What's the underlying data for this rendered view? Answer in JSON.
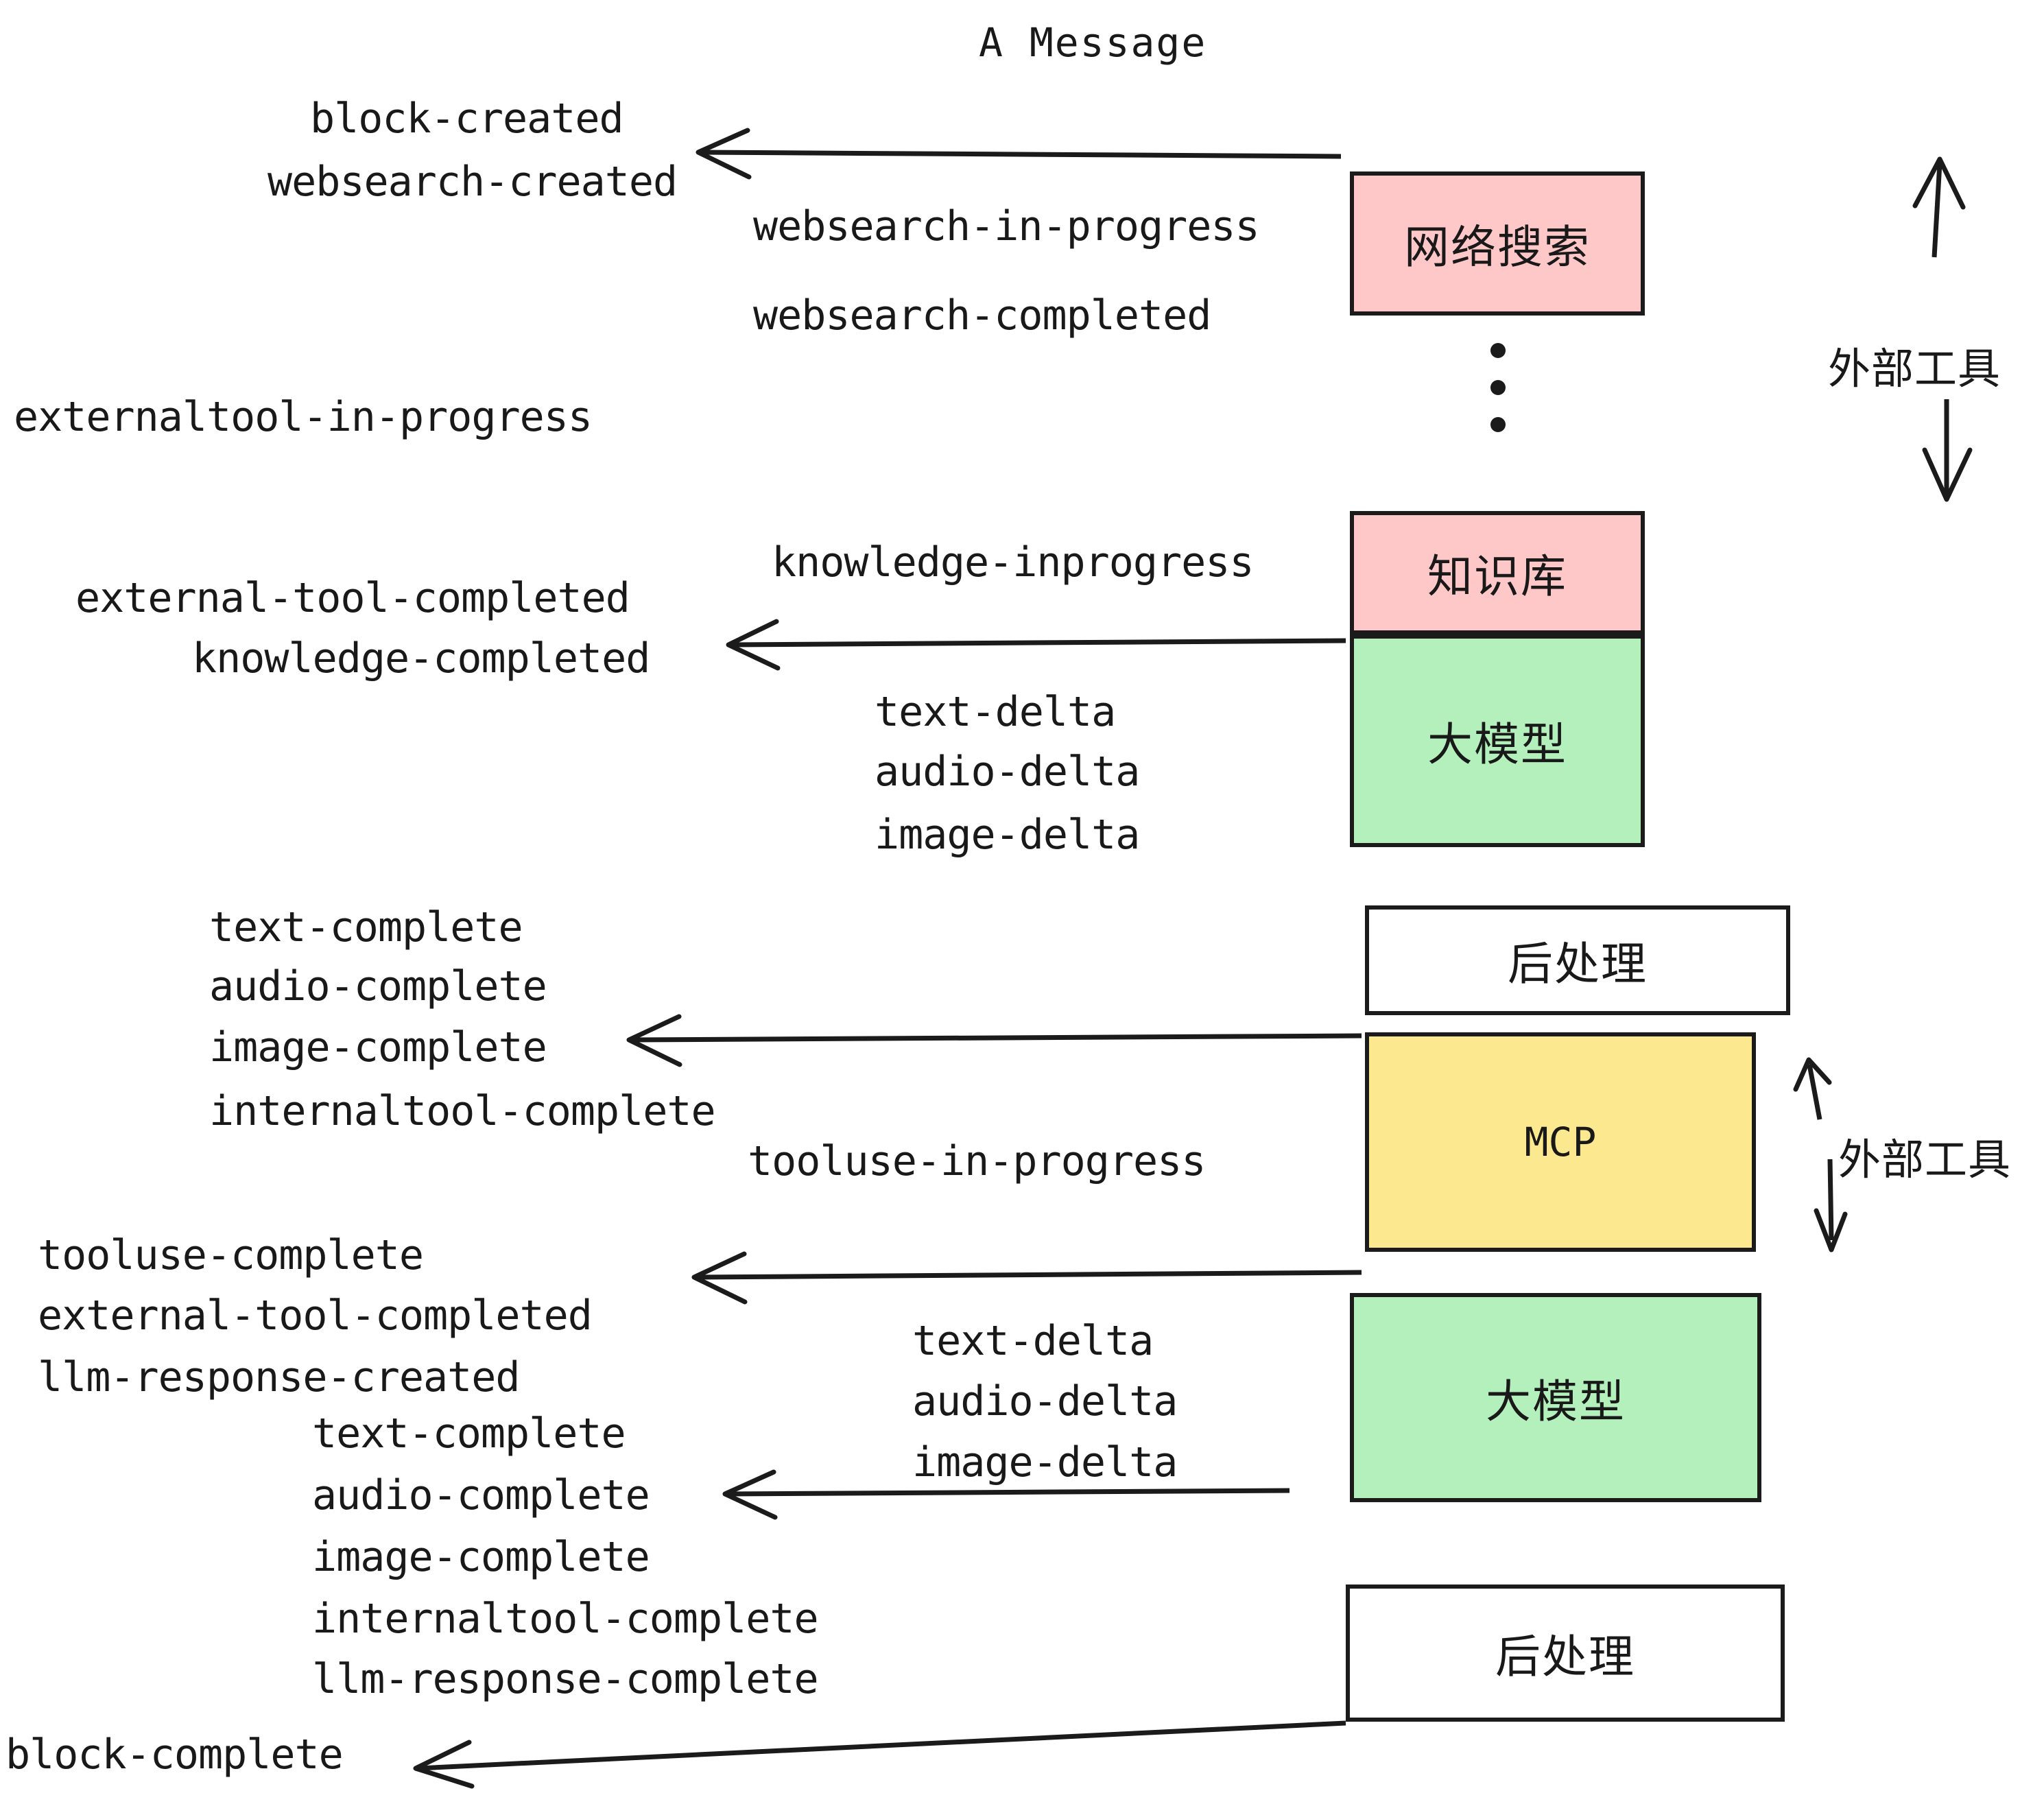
{
  "title": "A Message",
  "colors": {
    "pink": "#FFC8C8",
    "green": "#B3F0BC",
    "yellow": "#FCE98F",
    "white": "#FFFFFF",
    "stroke": "#1B1B1B",
    "text": "#191919"
  },
  "boxes": [
    {
      "id": "websearch",
      "label": "网络搜索",
      "fill": "#FFC8C8"
    },
    {
      "id": "knowledge",
      "label": "知识库",
      "fill": "#FFC8C8"
    },
    {
      "id": "llm-1",
      "label": "大模型",
      "fill": "#B3F0BC"
    },
    {
      "id": "postprocess-1",
      "label": "后处理",
      "fill": "#FFFFFF"
    },
    {
      "id": "mcp",
      "label": "MCP",
      "fill": "#FCE98F"
    },
    {
      "id": "llm-2",
      "label": "大模型",
      "fill": "#B3F0BC"
    },
    {
      "id": "postprocess-2",
      "label": "后处理",
      "fill": "#FFFFFF"
    }
  ],
  "brackets": [
    {
      "id": "external-tools-top",
      "label": "外部工具"
    },
    {
      "id": "external-tools-bottom",
      "label": "外部工具"
    }
  ],
  "events": [
    {
      "id": "block-created",
      "text": "block-created"
    },
    {
      "id": "websearch-created",
      "text": "websearch-created"
    },
    {
      "id": "websearch-in-progress",
      "text": "websearch-in-progress"
    },
    {
      "id": "websearch-completed",
      "text": "websearch-completed"
    },
    {
      "id": "externaltool-in-progress",
      "text": "externaltool-in-progress"
    },
    {
      "id": "knowledge-inprogress",
      "text": "knowledge-inprogress"
    },
    {
      "id": "external-tool-completed-1",
      "text": "external-tool-completed"
    },
    {
      "id": "knowledge-completed",
      "text": "knowledge-completed"
    },
    {
      "id": "text-delta-1",
      "text": "text-delta"
    },
    {
      "id": "audio-delta-1",
      "text": "audio-delta"
    },
    {
      "id": "image-delta-1",
      "text": "image-delta"
    },
    {
      "id": "text-complete-1",
      "text": "text-complete"
    },
    {
      "id": "audio-complete-1",
      "text": "audio-complete"
    },
    {
      "id": "image-complete-1",
      "text": "image-complete"
    },
    {
      "id": "internaltool-complete-1",
      "text": "internaltool-complete"
    },
    {
      "id": "tooluse-in-progress",
      "text": "tooluse-in-progress"
    },
    {
      "id": "tooluse-complete",
      "text": "tooluse-complete"
    },
    {
      "id": "external-tool-completed-2",
      "text": "external-tool-completed"
    },
    {
      "id": "llm-response-created",
      "text": "llm-response-created"
    },
    {
      "id": "text-delta-2",
      "text": "text-delta"
    },
    {
      "id": "audio-delta-2",
      "text": "audio-delta"
    },
    {
      "id": "image-delta-2",
      "text": "image-delta"
    },
    {
      "id": "text-complete-2",
      "text": "text-complete"
    },
    {
      "id": "audio-complete-2",
      "text": "audio-complete"
    },
    {
      "id": "image-complete-2",
      "text": "image-complete"
    },
    {
      "id": "internaltool-complete-2",
      "text": "internaltool-complete"
    },
    {
      "id": "llm-response-complete",
      "text": "llm-response-complete"
    },
    {
      "id": "block-complete",
      "text": "block-complete"
    }
  ]
}
